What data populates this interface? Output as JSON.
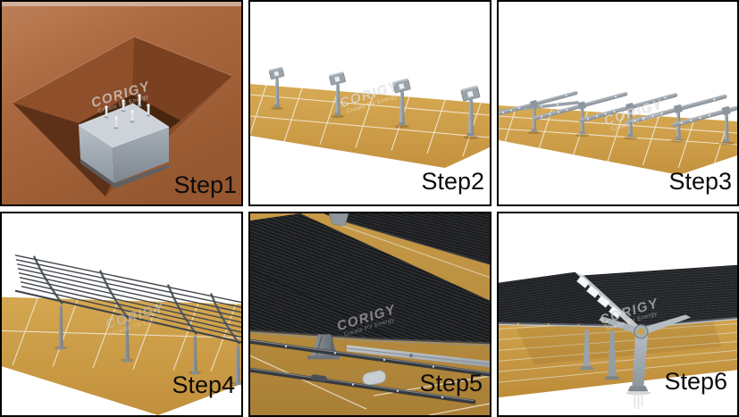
{
  "watermark": {
    "brand": "CORIGY",
    "tagline": "Create PV Energy"
  },
  "panels": [
    {
      "label": "Step1",
      "alt": "excavated pit with concrete foundation block and anchor bolts"
    },
    {
      "label": "Step2",
      "alt": "steel posts installed on parking lot"
    },
    {
      "label": "Step3",
      "alt": "cantilever beams mounted on posts"
    },
    {
      "label": "Step4",
      "alt": "purlin rail frame installed"
    },
    {
      "label": "Step5",
      "alt": "close-up of solar module mounting on rails"
    },
    {
      "label": "Step6",
      "alt": "completed solar carport with modules"
    }
  ],
  "colors": {
    "soil_brown": "#A5613A",
    "lot_tan": "#CDA04C",
    "steel_gray": "#9AA3AC",
    "module_dark": "#1B1C1E",
    "label_text": "#0C0C0C",
    "panel_border": "#000000"
  }
}
